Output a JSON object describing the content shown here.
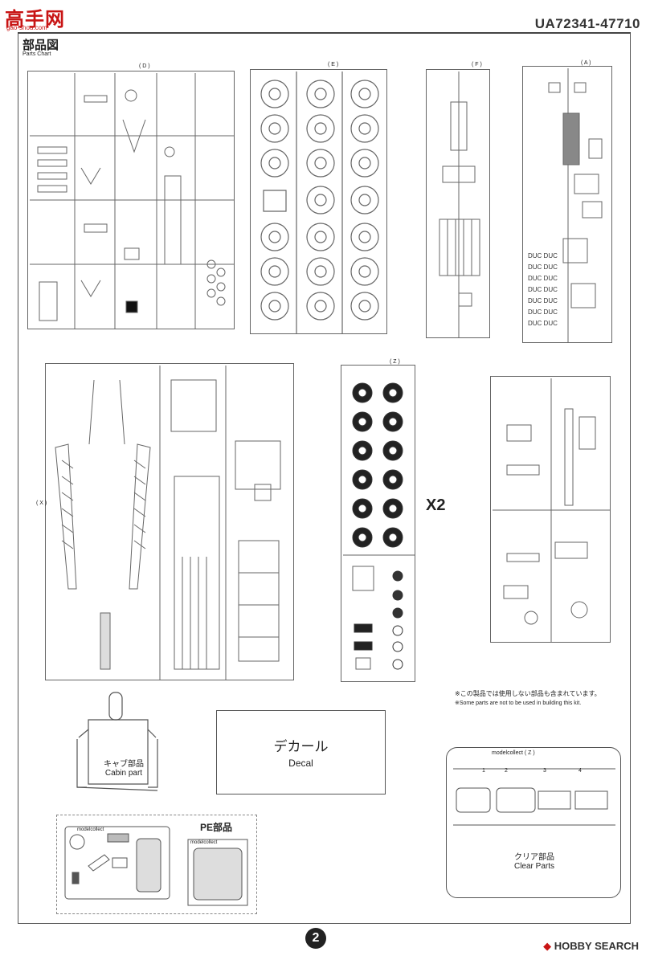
{
  "watermark": {
    "main": "高手网",
    "sub": "gao-shou.com"
  },
  "header": {
    "product_code": "UA72341-47710"
  },
  "section": {
    "title_jp": "部品図",
    "title_en": "Parts Chart"
  },
  "sprues": {
    "d": "D",
    "e": "E",
    "f": "F",
    "a": "A",
    "x": "X",
    "z": "Z",
    "multiplier": "X2"
  },
  "notes": {
    "jp": "※この製品では使用しない部品も含まれています。",
    "en": "※Some parts are not to be used in building this kit."
  },
  "decal": {
    "jp": "デカール",
    "en": "Decal"
  },
  "cabin": {
    "jp": "キャブ部品",
    "en": "Cabin part"
  },
  "pe": {
    "label": "PE部品",
    "brand": "modelcollect"
  },
  "clear": {
    "jp": "クリア部品",
    "en": "Clear Parts",
    "brand": "modelcollect",
    "tab": "Z",
    "parts": [
      "1",
      "2",
      "3",
      "4"
    ]
  },
  "footer": {
    "page": "2",
    "credit": "HOBBY SEARCH"
  },
  "colors": {
    "watermark": "#c81414",
    "line": "#555555"
  }
}
